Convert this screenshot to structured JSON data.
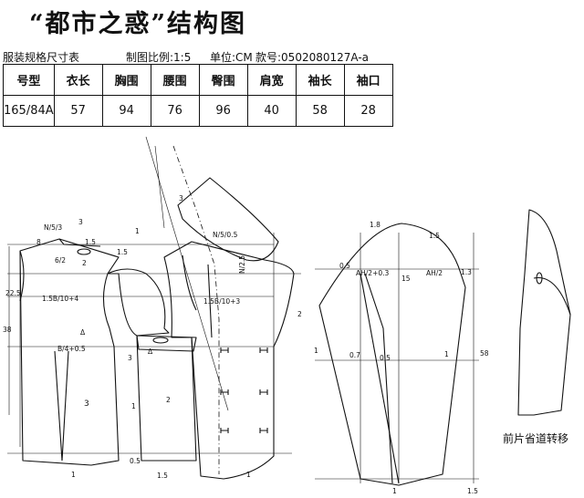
{
  "title": "“都市之惑”结构图",
  "meta": {
    "table_name": "服装规格尺寸表",
    "scale": "制图比例:1:5",
    "unit": "单位:CM",
    "style_no": "款号:0502080127A-a"
  },
  "table": {
    "headers": [
      "号型",
      "衣长",
      "胸围",
      "腰围",
      "臀围",
      "肩宽",
      "袖长",
      "袖口"
    ],
    "rows": [
      [
        "165/84A",
        "57",
        "94",
        "76",
        "96",
        "40",
        "58",
        "28"
      ]
    ]
  },
  "labels": {
    "n53": "N/5/3",
    "three_a": "3",
    "fifteen_a": "1.5",
    "eight": "8",
    "one_a": "1",
    "two_a": "2",
    "six_two": "6/2",
    "one_fifteen": "1.5",
    "nzero5": "N/5/0.5",
    "three_b": "3",
    "n25": "N/2.5",
    "ah": "1",
    "twentytwo5": "22.5",
    "b10": "1.5B/10+4",
    "delta_a": "Δ",
    "b4": "B/4+0.5",
    "thirtyeight": "38",
    "delta_b": "Δ",
    "three_c": "3",
    "b10b": "1.5B/10+3",
    "two_b": "2",
    "three_d": "3",
    "one_b": "1",
    "two_c": "2",
    "zero5_a": "0.5",
    "fifteen_b": "1.5",
    "one_c": "1",
    "one_d": "1",
    "sleeve_18": "1.8",
    "sleeve_15": "1.5",
    "sleeve_05": "0.5",
    "sleeve_ah": "AH/2+0.3",
    "sleeve_15b": "15",
    "sleeve_ah2": "AH/2",
    "sleeve_13": "1.3",
    "sleeve_1": "1",
    "sleeve_07": "0.7",
    "sleeve_05b": "0.5",
    "sleeve_1b": "1",
    "sleeve_58": "58",
    "sleeve_1c": "1",
    "sleeve_15c": "1.5"
  },
  "caption": "前片省道转移"
}
